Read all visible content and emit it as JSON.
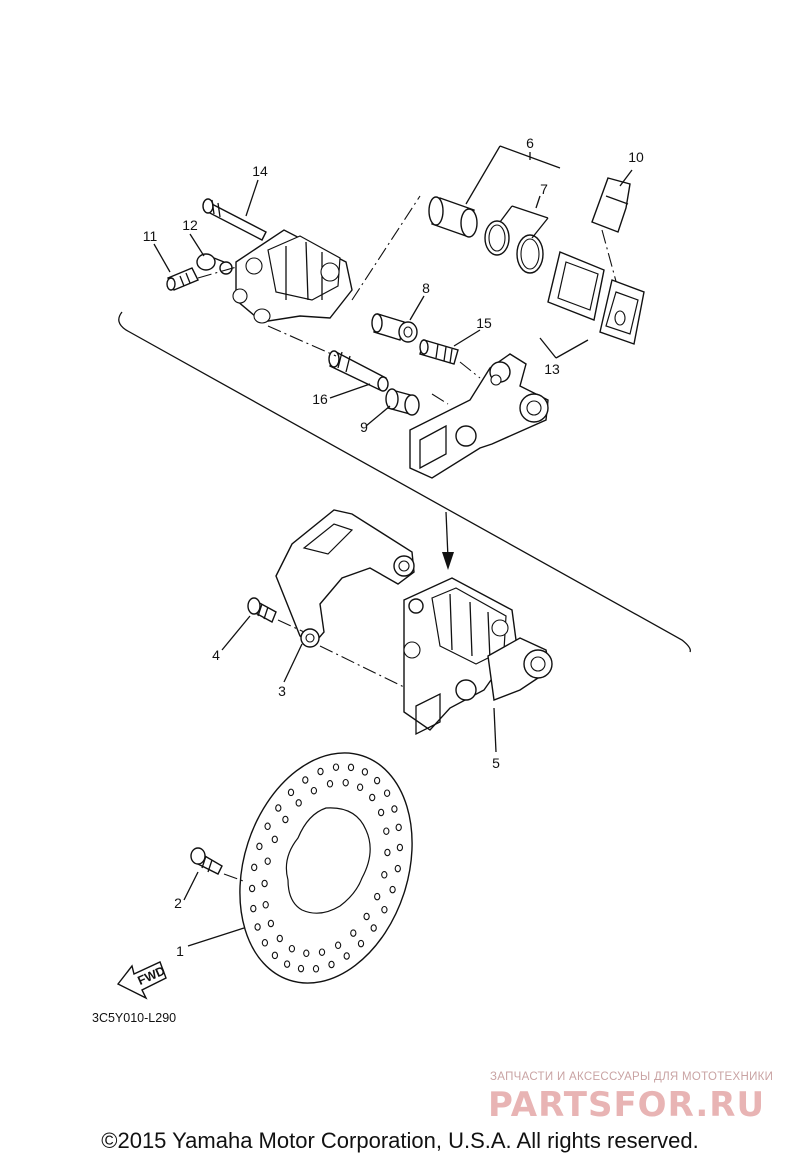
{
  "diagram": {
    "callouts": [
      "1",
      "2",
      "3",
      "4",
      "5",
      "6",
      "7",
      "8",
      "9",
      "10",
      "11",
      "12",
      "13",
      "14",
      "15",
      "16"
    ],
    "direction_arrow": {
      "label": "FWD",
      "icon": "fwd-arrow-icon"
    },
    "drawing_code": "3C5Y010-L290"
  },
  "watermark": {
    "tagline": "ЗАПЧАСТИ И АКСЕССУАРЫ ДЛЯ МОТОТЕХНИКИ",
    "logo_text": "PARTSFOR.RU",
    "color": "#e8b4b4"
  },
  "footer": {
    "copyright": "©2015 Yamaha Motor Corporation, U.S.A. All rights reserved."
  }
}
